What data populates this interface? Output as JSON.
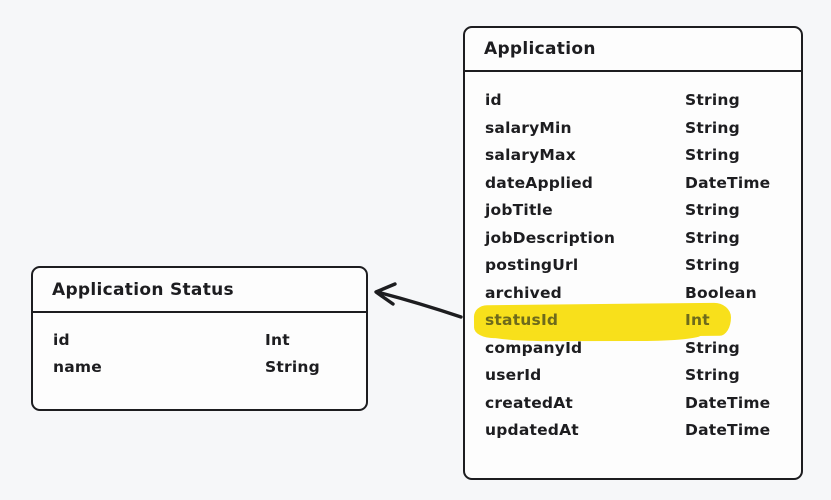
{
  "colors": {
    "bg": "#f6f7f9",
    "ink": "#1d1d20",
    "fill": "#fdfdfd",
    "hl": "#f8e01b",
    "hltext": "#6d6a1c"
  },
  "entities": [
    {
      "title": "Application Status",
      "fields": [
        {
          "name": "id",
          "type": "Int"
        },
        {
          "name": "name",
          "type": "String"
        }
      ]
    },
    {
      "title": "Application",
      "fields": [
        {
          "name": "id",
          "type": "String"
        },
        {
          "name": "salaryMin",
          "type": "String"
        },
        {
          "name": "salaryMax",
          "type": "String"
        },
        {
          "name": "dateApplied",
          "type": "DateTime"
        },
        {
          "name": "jobTitle",
          "type": "String"
        },
        {
          "name": "jobDescription",
          "type": "String"
        },
        {
          "name": "postingUrl",
          "type": "String"
        },
        {
          "name": "archived",
          "type": "Boolean"
        },
        {
          "name": "statusId",
          "type": "Int",
          "highlighted": true
        },
        {
          "name": "companyId",
          "type": "String"
        },
        {
          "name": "userId",
          "type": "String"
        },
        {
          "name": "createdAt",
          "type": "DateTime"
        },
        {
          "name": "updatedAt",
          "type": "DateTime"
        }
      ]
    }
  ],
  "relationship": {
    "from_entity": "Application",
    "from_field": "statusId",
    "to_entity": "Application Status"
  }
}
